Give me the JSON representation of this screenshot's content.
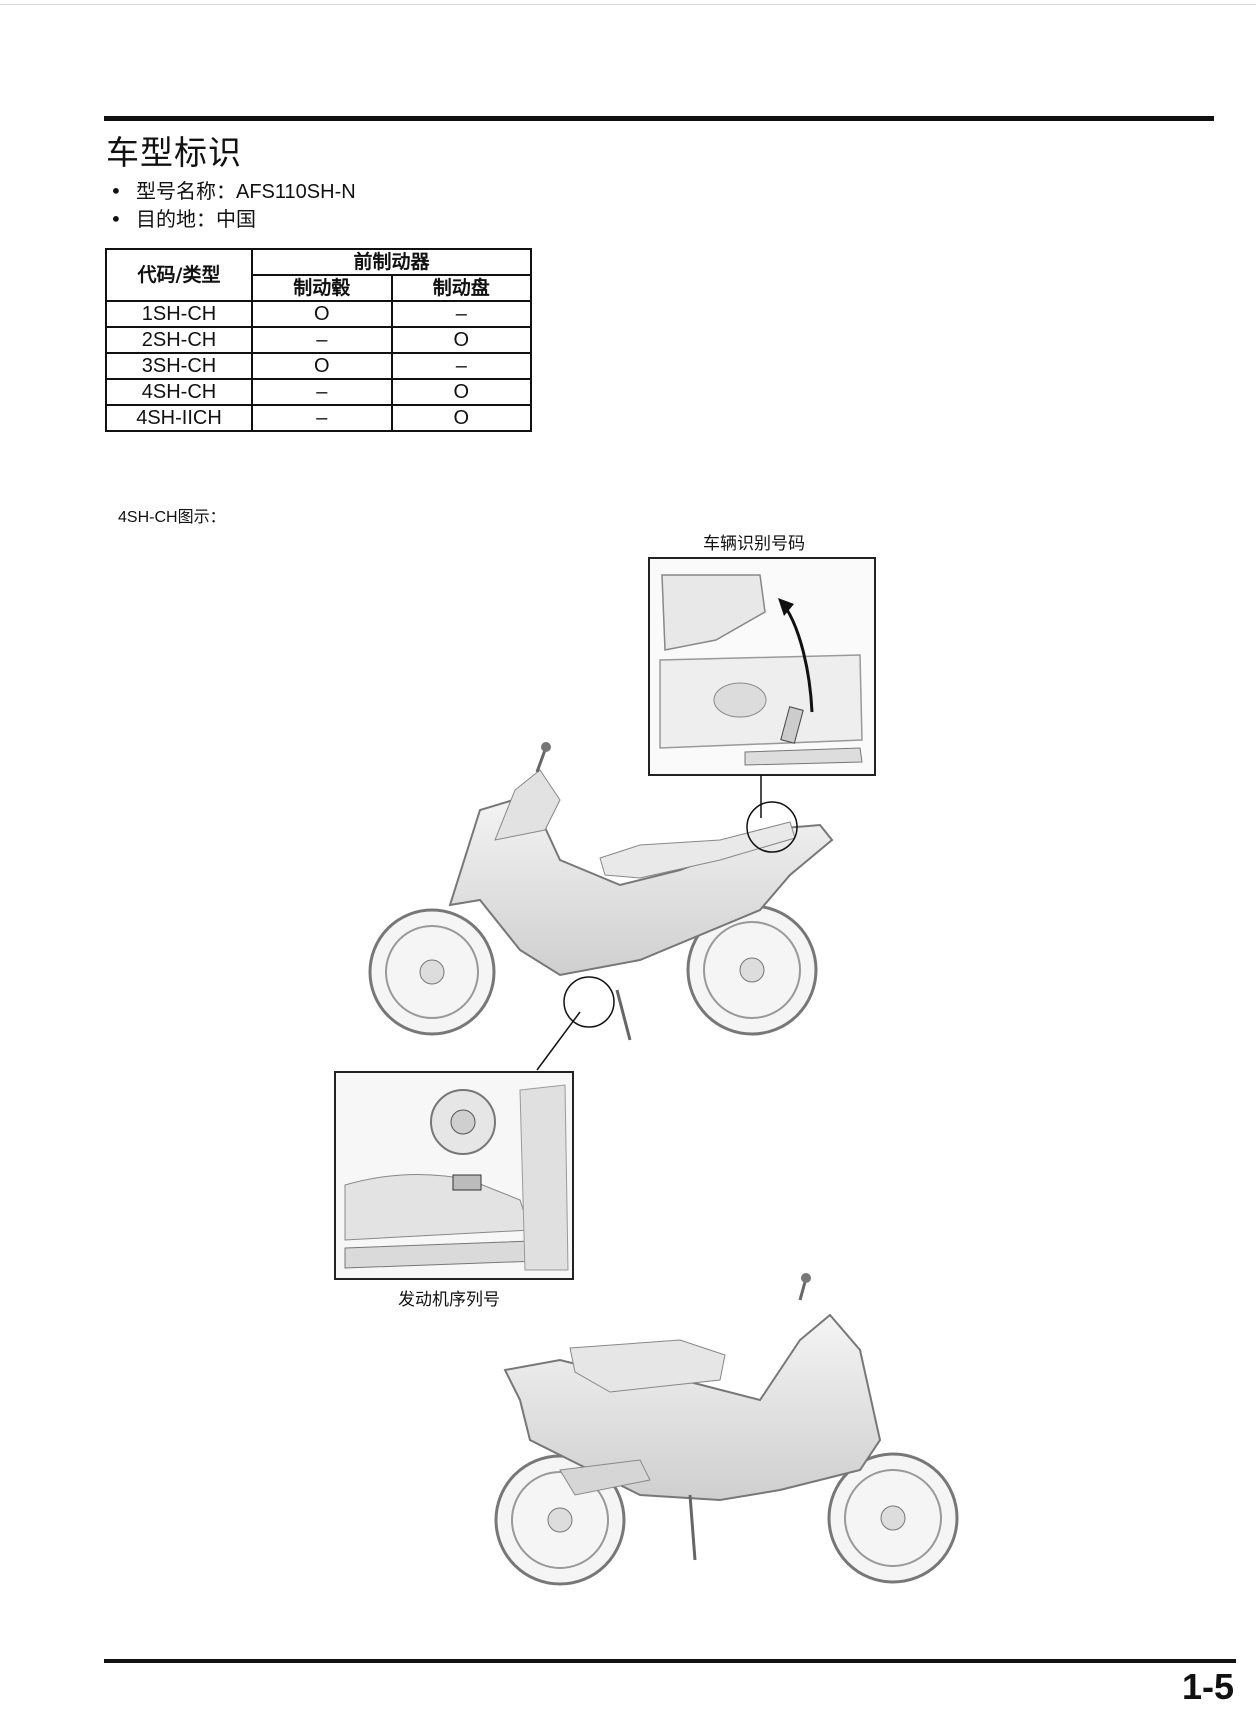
{
  "title": "车型标识",
  "info": {
    "model_label": "型号名称：",
    "model_value": "AFS110SH-N",
    "destination": "目的地：中国"
  },
  "table": {
    "header_code": "代码/类型",
    "header_front_brake": "前制动器",
    "col_drum": "制动毂",
    "col_disc": "制动盘",
    "rows": [
      {
        "code": "1SH-CH",
        "drum": "O",
        "disc": "–"
      },
      {
        "code": "2SH-CH",
        "drum": "–",
        "disc": "O"
      },
      {
        "code": "3SH-CH",
        "drum": "O",
        "disc": "–"
      },
      {
        "code": "4SH-CH",
        "drum": "–",
        "disc": "O"
      },
      {
        "code": "4SH-IICH",
        "drum": "–",
        "disc": "O"
      }
    ]
  },
  "figure_caption": "4SH-CH图示：",
  "callouts": {
    "vin": "车辆识别号码",
    "engine": "发动机序列号"
  },
  "page_number": "1-5"
}
